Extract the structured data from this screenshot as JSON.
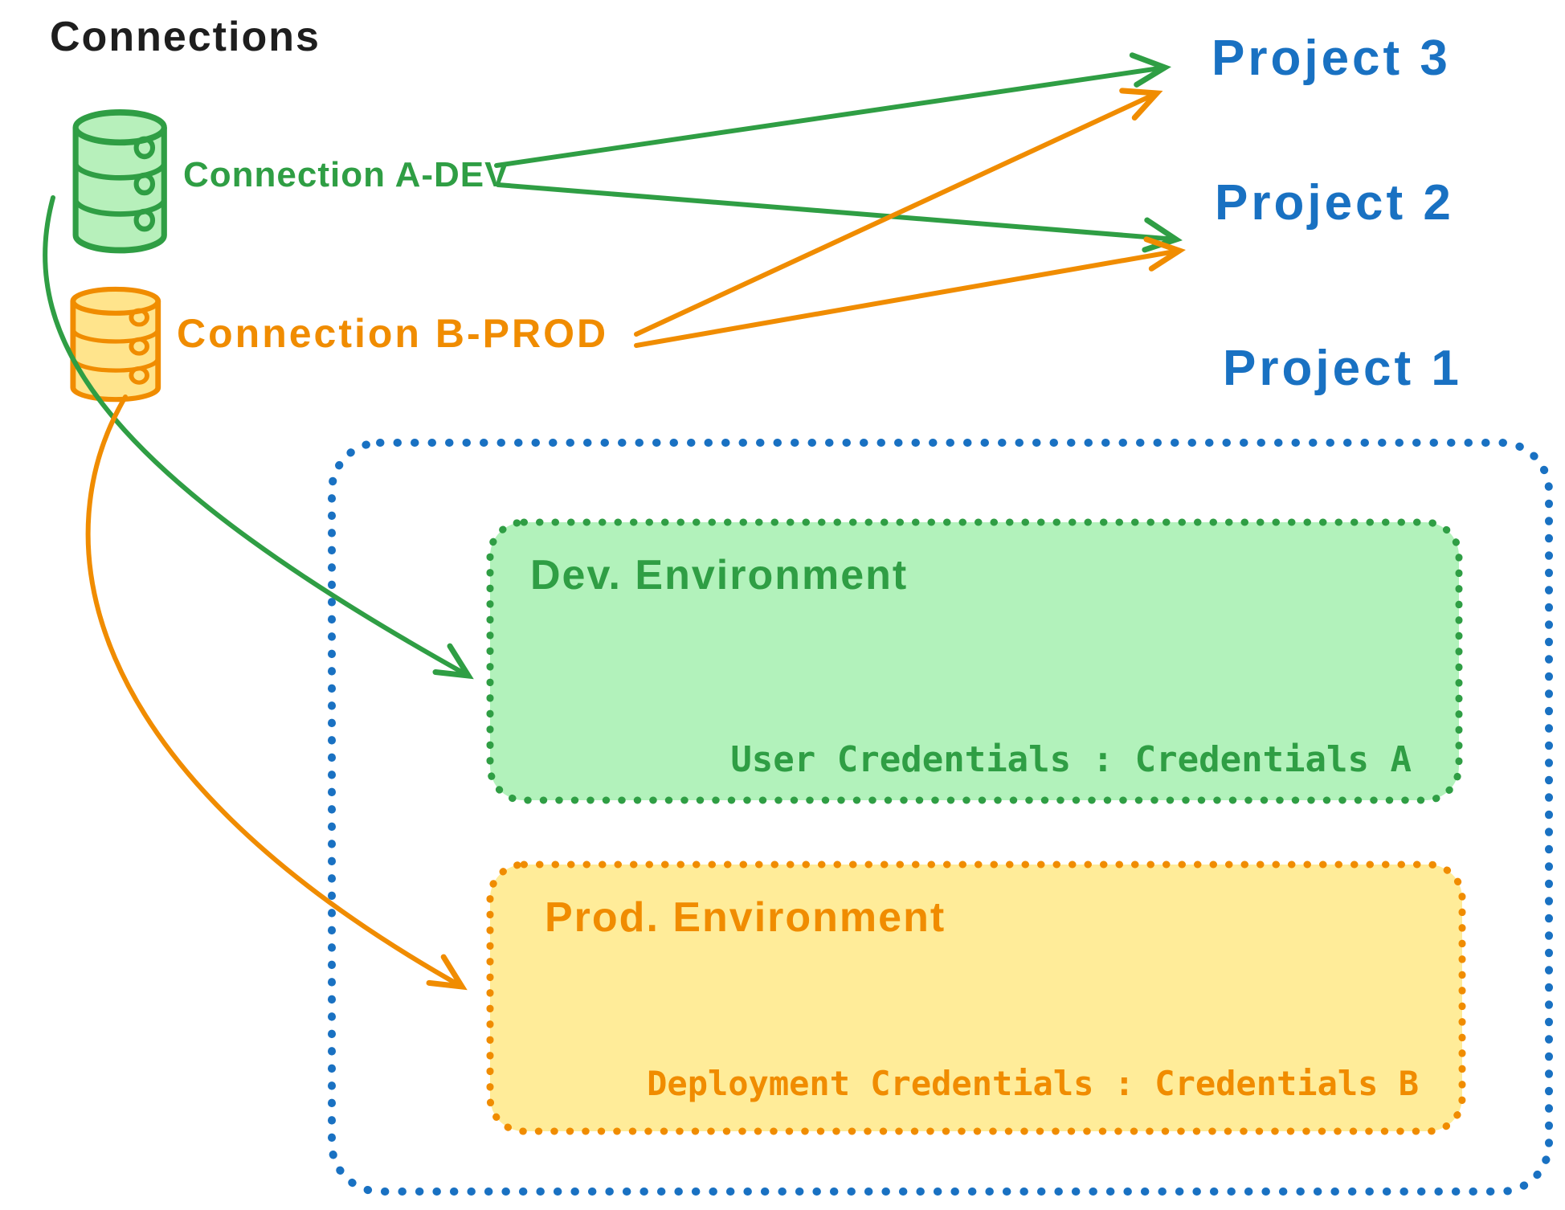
{
  "title": "Connections",
  "colors": {
    "green": "#2f9e44",
    "green_fill": "#b2f2bb",
    "orange": "#f08c00",
    "orange_fill": "#ffec99",
    "blue": "#1971c2",
    "ink": "#1e1e1e"
  },
  "connections": [
    {
      "label": "Connection A-DEV",
      "icon": "database-icon",
      "color": "#2f9e44"
    },
    {
      "label": "Connection B-PROD",
      "icon": "database-icon",
      "color": "#f08c00"
    }
  ],
  "projects": [
    {
      "label": "Project 3"
    },
    {
      "label": "Project 2"
    },
    {
      "label": "Project 1"
    }
  ],
  "project1_box": {
    "dev_environment": {
      "title": "Dev. Environment",
      "credentials_label": "User Credentials : Credentials A"
    },
    "prod_environment": {
      "title": "Prod. Environment",
      "credentials_label": "Deployment Credentials : Credentials B"
    }
  }
}
